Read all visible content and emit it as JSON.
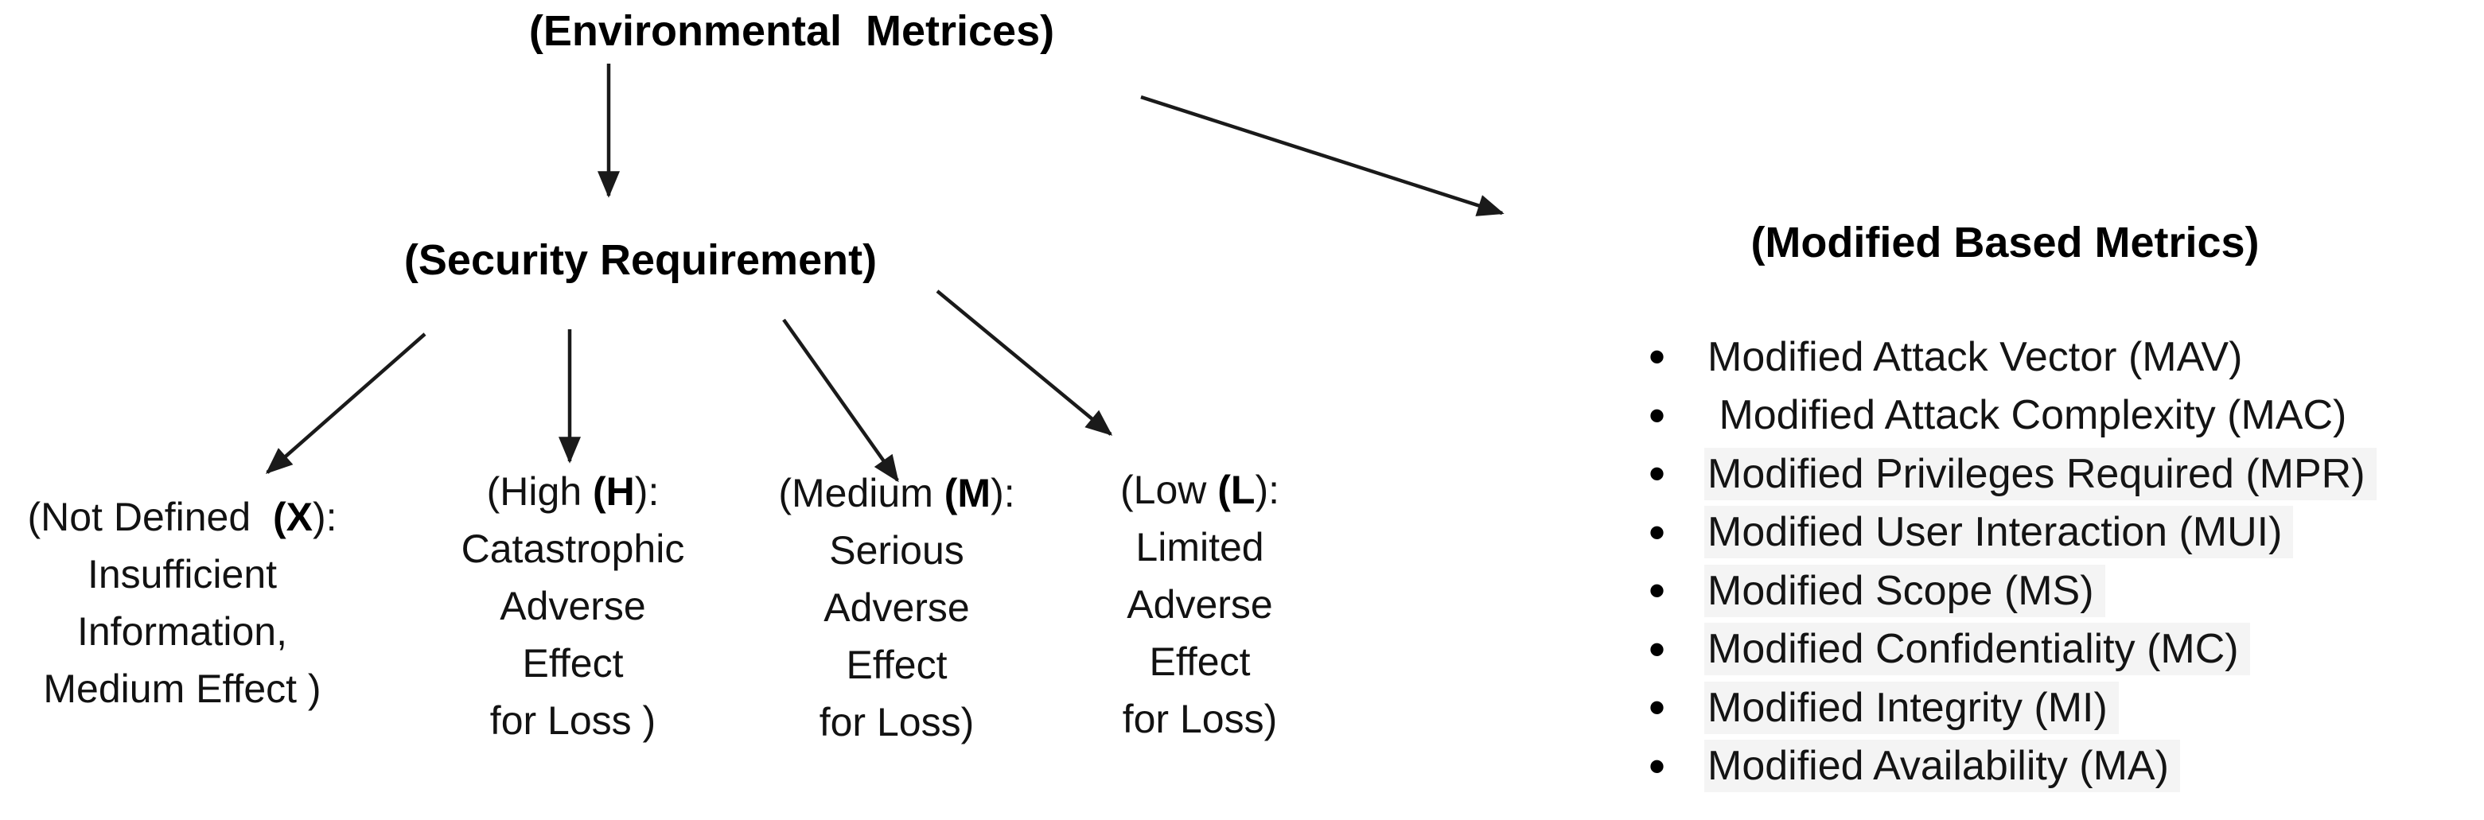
{
  "diagram": {
    "env_title": "(Environmental  Metrices)",
    "security_title": "(Security Requirement)",
    "modified_title": "(Modified Based Metrics)"
  },
  "security_levels": [
    {
      "head_pre": "(Not Defined  ",
      "head_bold": "(X",
      "head_post": "):",
      "lines": [
        "Insufficient",
        "Information,",
        "Medium Effect )"
      ]
    },
    {
      "head_pre": "(High ",
      "head_bold": "(H",
      "head_post": "):",
      "lines": [
        "Catastrophic",
        "Adverse",
        "Effect",
        "for Loss )"
      ]
    },
    {
      "head_pre": "(Medium ",
      "head_bold": "(M",
      "head_post": "):",
      "lines": [
        "Serious",
        "Adverse",
        "Effect",
        "for Loss)"
      ]
    },
    {
      "head_pre": "(Low ",
      "head_bold": "(L",
      "head_post": "):",
      "lines": [
        "Limited",
        "Adverse",
        "Effect",
        "for Loss)"
      ]
    }
  ],
  "modified_metrics": {
    "items": [
      {
        "text": "Modified Attack Vector (MAV)",
        "highlight": false
      },
      {
        "text": " Modified Attack Complexity (MAC)",
        "highlight": false
      },
      {
        "text": "Modified Privileges Required (MPR)",
        "highlight": true
      },
      {
        "text": "Modified User Interaction (MUI)",
        "highlight": true
      },
      {
        "text": "Modified Scope (MS)",
        "highlight": true
      },
      {
        "text": "Modified Confidentiality (MC)",
        "highlight": true
      },
      {
        "text": "Modified Integrity (MI)",
        "highlight": true
      },
      {
        "text": "Modified Availability (MA)",
        "highlight": true
      }
    ]
  },
  "colors": {
    "text": "#111111",
    "title": "#000000",
    "arrow": "#1a1a1a",
    "highlight": "#f4f4f4",
    "background": "#ffffff"
  }
}
